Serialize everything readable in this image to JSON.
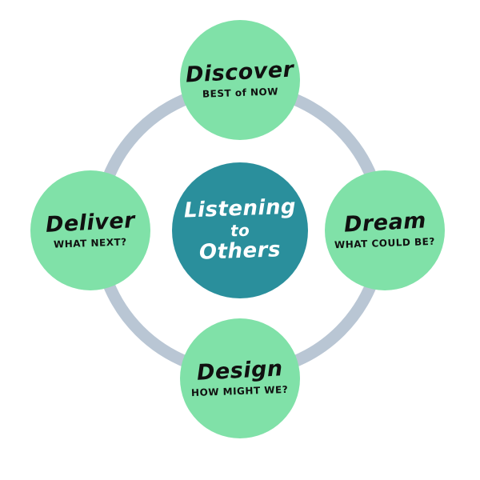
{
  "diagram": {
    "type": "cycle",
    "center": {
      "lines": [
        "Listening",
        "to",
        "Others"
      ]
    },
    "nodes": [
      {
        "id": "discover",
        "position": "top",
        "title": "Discover",
        "subtitle": "BEST of NOW"
      },
      {
        "id": "dream",
        "position": "right",
        "title": "Dream",
        "subtitle": "WHAT COULD BE?"
      },
      {
        "id": "design",
        "position": "bottom",
        "title": "Design",
        "subtitle": "HOW MIGHT WE?"
      },
      {
        "id": "deliver",
        "position": "left",
        "title": "Deliver",
        "subtitle": "WHAT NEXT?"
      }
    ],
    "colors": {
      "node_fill": "#80e1a8",
      "center_fill": "#2a8f9c",
      "ring": "#b9c6d4",
      "text_dark": "#101010",
      "text_light": "#ffffff",
      "background": "#ffffff"
    }
  }
}
